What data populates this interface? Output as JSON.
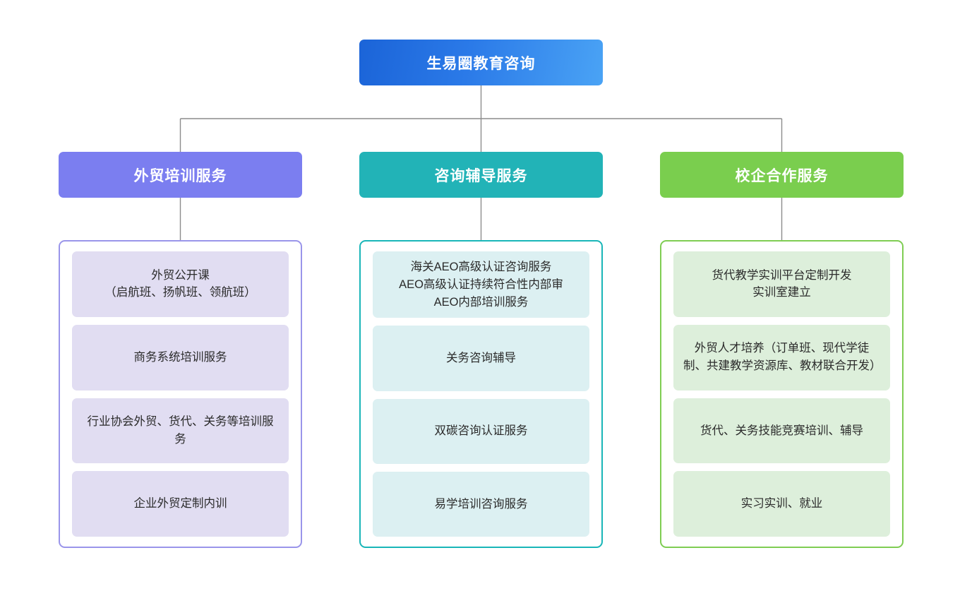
{
  "diagram": {
    "root": {
      "label": "生易圈教育咨询",
      "color": "#2b7ae8"
    },
    "connector_color": "#8c8c8c",
    "columns": [
      {
        "header": "外贸培训服务",
        "header_color": "#7b7ef0",
        "border_color": "#9a95ea",
        "item_color": "#e1ddf2",
        "items": [
          "外贸公开课\n（启航班、扬帆班、领航班）",
          "商务系统培训服务",
          "行业协会外贸、货代、关务等培训服务",
          "企业外贸定制内训"
        ]
      },
      {
        "header": "咨询辅导服务",
        "header_color": "#22b3b7",
        "border_color": "#19b6b8",
        "item_color": "#dcf0f2",
        "items": [
          "海关AEO高级认证咨询服务\nAEO高级认证持续符合性内部审\nAEO内部培训服务",
          "关务咨询辅导",
          "双碳咨询认证服务",
          "易学培训咨询服务"
        ]
      },
      {
        "header": "校企合作服务",
        "header_color": "#7ace4e",
        "border_color": "#7fcd53",
        "item_color": "#ddefdb",
        "items": [
          "货代教学实训平台定制开发\n实训室建立",
          "外贸人才培养（订单班、现代学徒制、共建教学资源库、教材联合开发）",
          "货代、关务技能竞赛培训、辅导",
          "实习实训、就业"
        ]
      }
    ]
  }
}
